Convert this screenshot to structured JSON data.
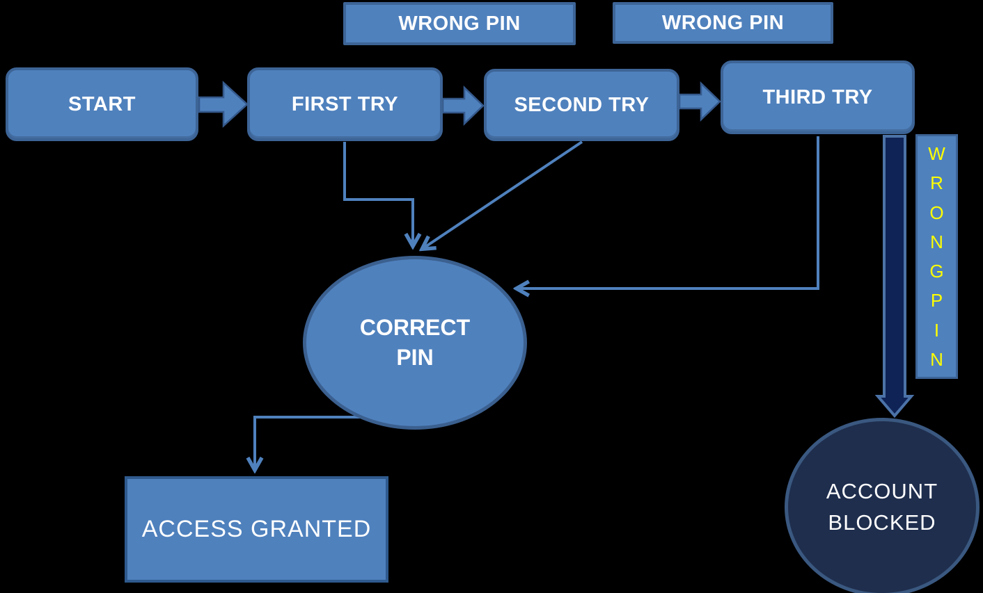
{
  "diagram": {
    "title_semantic": "PIN entry attempts flowchart",
    "background_color": "#000000",
    "colors": {
      "node_fill": "#4F81BD",
      "node_border": "#3D6496",
      "connector": "#4F81BD",
      "block_arrow_fill": "#4F81BD",
      "block_arrow_border": "#35598C",
      "big_arrow_fill": "#0F2356",
      "big_arrow_border": "#4C73A8",
      "blocked_fill": "#1F2E4D",
      "blocked_border": "#3A5880",
      "text_white": "#FFFFFF",
      "text_yellow": "#FFFF00"
    },
    "nodes": {
      "start": {
        "label": "START"
      },
      "first_try": {
        "label": "FIRST TRY"
      },
      "second_try": {
        "label": "SECOND TRY"
      },
      "third_try": {
        "label": "THIRD TRY"
      },
      "wrong_pin_1": {
        "label": "WRONG PIN"
      },
      "wrong_pin_2": {
        "label": "WRONG PIN"
      },
      "correct_pin": {
        "line1": "CORRECT",
        "line2": "PIN"
      },
      "access_granted": {
        "label": "ACCESS GRANTED"
      },
      "account_blocked": {
        "line1": "ACCOUNT",
        "line2": "BLOCKED"
      }
    },
    "vertical_label": {
      "text": "WRONG PIN",
      "letters": [
        "W",
        "R",
        "O",
        "N",
        "G",
        "P",
        "I",
        "N"
      ]
    },
    "edges": [
      "START -> FIRST TRY",
      "FIRST TRY -> SECOND TRY (WRONG PIN)",
      "SECOND TRY -> THIRD TRY (WRONG PIN)",
      "FIRST TRY -> CORRECT PIN",
      "SECOND TRY -> CORRECT PIN",
      "THIRD TRY -> CORRECT PIN",
      "CORRECT PIN -> ACCESS GRANTED",
      "THIRD TRY -> ACCOUNT BLOCKED (WRONG PIN)"
    ]
  }
}
